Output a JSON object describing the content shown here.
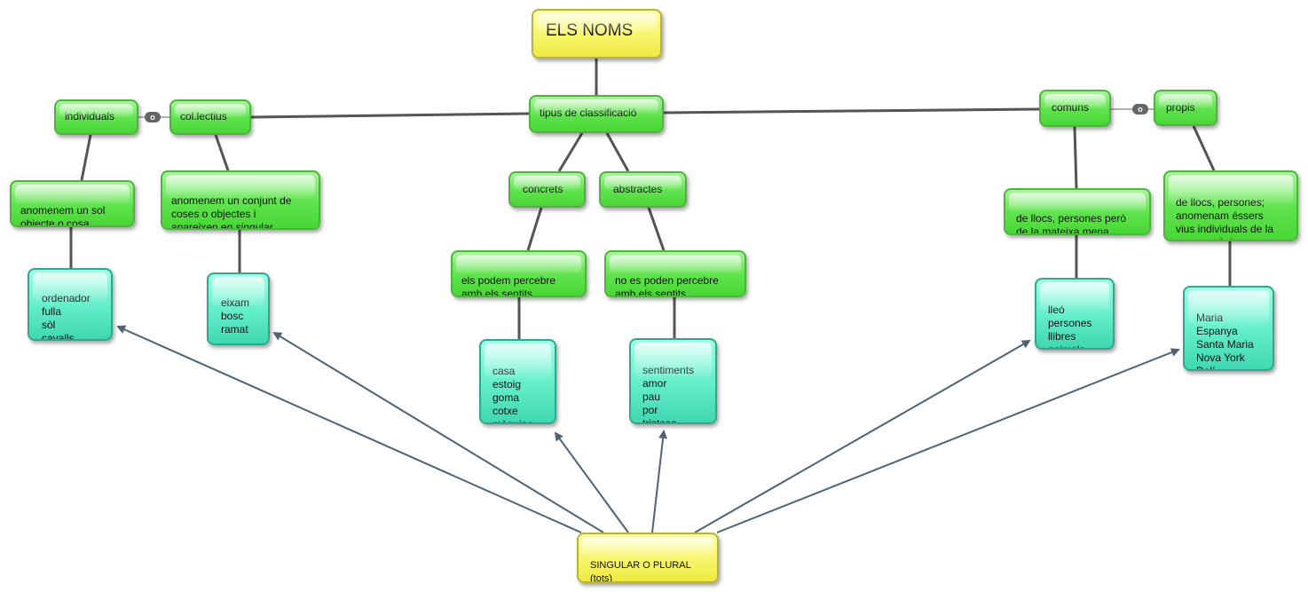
{
  "title": "ELS NOMS",
  "classification": "tipus de classificació",
  "singular_plural": "SINGULAR O PLURAL\n        (tots)",
  "or_label": "o",
  "individuals": {
    "label": "individuals",
    "definition": "anomenem un sol\nobjecte o cosa",
    "examples": "ordenador\nfulla\nsòl\ncavalls"
  },
  "collectius": {
    "label": "col.lectius",
    "definition": "anomenem un conjunt de\ncoses o objectes i\napareixen en singular",
    "examples": "eixam\nbosc\nramat"
  },
  "concrets": {
    "label": "concrets",
    "definition": "els podem percebre\namb els sentits",
    "examples": "casa\nestoig\ngoma\ncotxe\nmàquina"
  },
  "abstractes": {
    "label": "abstractes",
    "definition": "no es poden percebre\namb els sentits",
    "examples": "sentiments\namor\npau\npor\ntristesa"
  },
  "comuns": {
    "label": "comuns",
    "definition": "de llocs, persones però\nde la mateixa mena",
    "examples": "lleó\npersones\nllibres\nanimals"
  },
  "propis": {
    "label": "propis",
    "definition": "de llocs, persones;\nanomenam éssers\nvius individuals de la\nseva espècie",
    "examples": "Maria\nEspanya\nSanta Maria\nNova York\nDalí"
  },
  "colors": {
    "connector": "#555555",
    "arrow": "#4d6478"
  }
}
